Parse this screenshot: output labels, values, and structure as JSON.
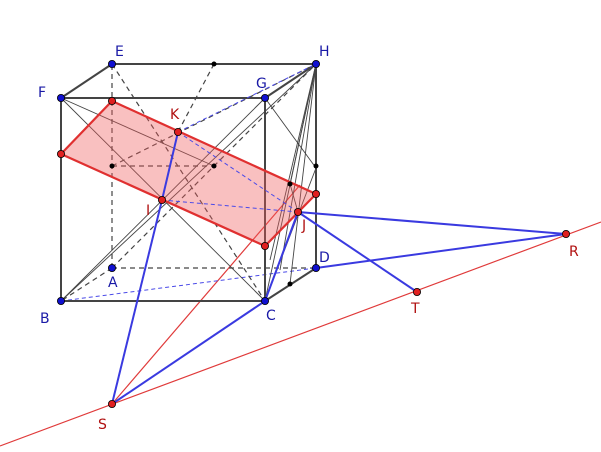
{
  "labels": {
    "A": "A",
    "B": "B",
    "C": "C",
    "D": "D",
    "E": "E",
    "F": "F",
    "G": "G",
    "H": "H",
    "I": "I",
    "J": "J",
    "K": "K",
    "R": "R",
    "S": "S",
    "T": "T"
  },
  "colors": {
    "cube_edges": "#444444",
    "vertex_points": "#1010d0",
    "construction_lines": "#3a3ae0",
    "section_fill": "#f5a0a0",
    "section_outline": "#e03030",
    "intersection_line": "#e03a3a",
    "red_points": "#e02020"
  }
}
